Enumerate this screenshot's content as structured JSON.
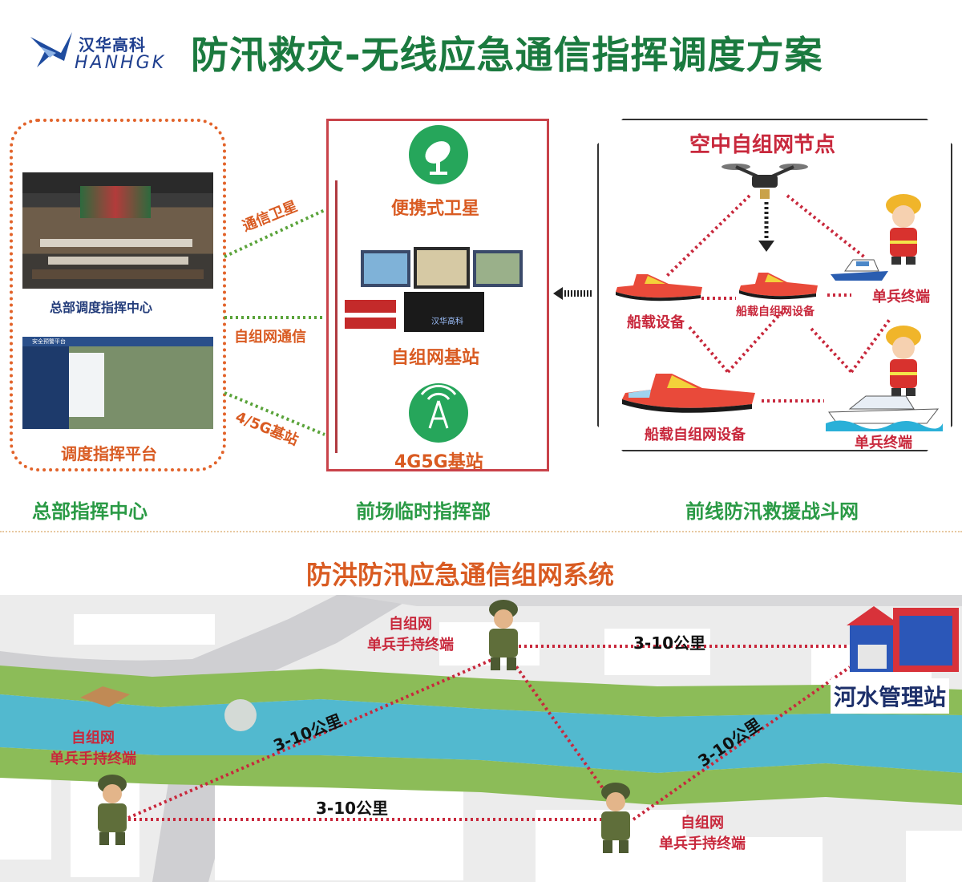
{
  "header": {
    "logo_cn": "汉华高科",
    "logo_en": "HANHGK",
    "title": "防汛救灾-无线应急通信指挥调度方案"
  },
  "hq": {
    "hall_label": "总部调度指挥中心",
    "platform_label": "调度指挥平台",
    "platform_screen_title": "安全预警平台",
    "section_label": "总部指挥中心"
  },
  "links": {
    "satellite": "通信卫星",
    "mesh": "自组网通信",
    "cellular": "4/5G基站"
  },
  "front": {
    "portable_satellite": "便携式卫星",
    "mesh_base": "自组网基站",
    "cellular_base": "4G5G基站",
    "device_brand": "汉华高科",
    "section_label": "前场临时指挥部"
  },
  "air": {
    "title": "空中自组网节点",
    "ship_device": "船载设备",
    "ship_mesh_small": "船载自组网设备",
    "single_terminal_1": "单兵终端",
    "ship_mesh_large": "船载自组网设备",
    "single_terminal_2": "单兵终端",
    "section_label": "前线防汛救援战斗网"
  },
  "system": {
    "title": "防洪防汛应急通信组网系统",
    "soldier_top_line1": "自组网",
    "soldier_top_line2": "单兵手持终端",
    "soldier_left_line1": "自组网",
    "soldier_left_line2": "单兵手持终端",
    "soldier_bottom_line1": "自组网",
    "soldier_bottom_line2": "单兵手持终端",
    "station": "河水管理站",
    "dist_top": "3-10公里",
    "dist_diag_left": "3-10公里",
    "dist_bottom": "3-10公里",
    "dist_diag_right": "3-10公里"
  },
  "colors": {
    "title_green": "#1b7a3f",
    "accent_orange": "#d95b22",
    "accent_red": "#c8283c",
    "link_green": "#5aa33a",
    "brand_blue": "#1f3f8f"
  }
}
